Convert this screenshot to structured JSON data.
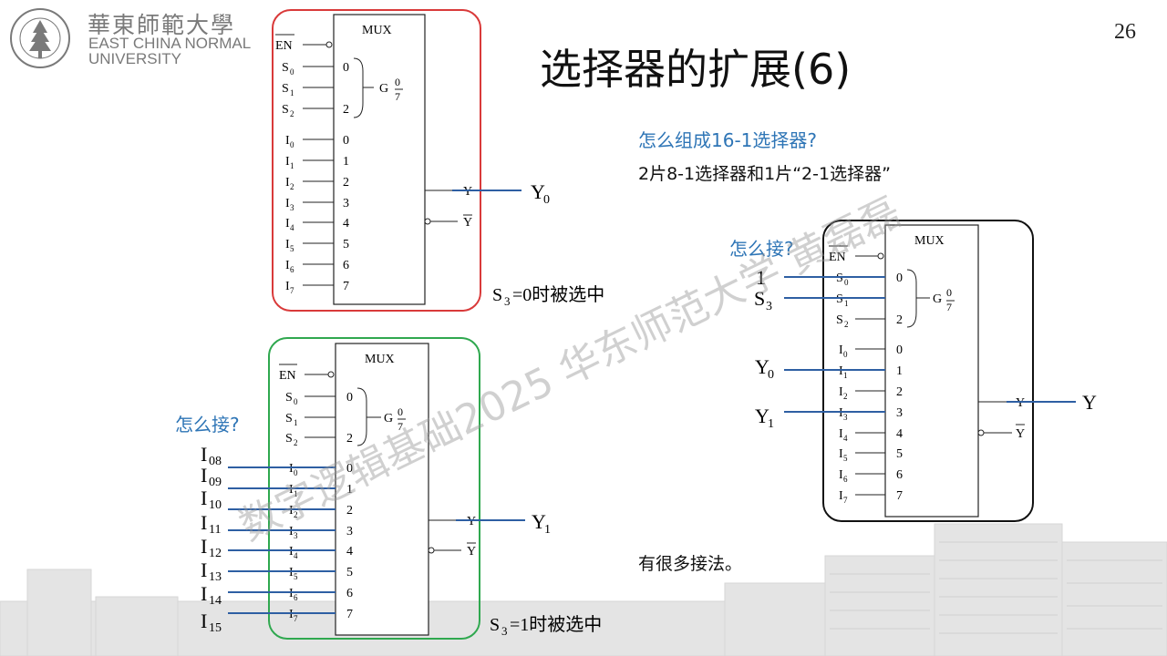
{
  "logo": {
    "cn": "華東師範大學",
    "en_line1": "EAST CHINA NORMAL",
    "en_line2": "UNIVERSITY",
    "seal_icon": "ecnu-seal-icon"
  },
  "page_number": "26",
  "title": "选择器的扩展(6)",
  "question_main": "怎么组成16-1选择器?",
  "answer_main": "2片8-1选择器和1片“2-1选择器”",
  "question_connect_left": "怎么接?",
  "question_connect_right": "怎么接?",
  "note_many": "有很多接法。",
  "watermark": "数字逻辑基础2025 华东师范大学 黄磊磊",
  "mux": {
    "label": "MUX",
    "en": "EN",
    "s": [
      "S",
      "S",
      "S"
    ],
    "s_sub": [
      "0",
      "1",
      "2"
    ],
    "i": [
      "I",
      "I",
      "I",
      "I",
      "I",
      "I",
      "I",
      "I"
    ],
    "i_sub": [
      "0",
      "1",
      "2",
      "3",
      "4",
      "5",
      "6",
      "7"
    ],
    "sel_pins": [
      "0",
      "2"
    ],
    "g": "G",
    "g_num": "0",
    "g_den": "7",
    "in_pins": [
      "0",
      "1",
      "2",
      "3",
      "4",
      "5",
      "6",
      "7"
    ],
    "y": "Y",
    "ybar": "Y"
  },
  "top_mux": {
    "out_main": "Y",
    "out_sub": "0",
    "cond_main": "S",
    "cond_sub": "3",
    "cond_rest": "=0时被选中"
  },
  "bottom_mux": {
    "out_main": "Y",
    "out_sub": "1",
    "cond_main": "S",
    "cond_sub": "3",
    "cond_rest": "=1时被选中",
    "inputs_main": [
      "I",
      "I",
      "I",
      "I",
      "I",
      "I",
      "I",
      "I"
    ],
    "inputs_sub": [
      "08",
      "09",
      "10",
      "11",
      "12",
      "13",
      "14",
      "15"
    ]
  },
  "right_mux": {
    "s0_in": "1",
    "s1_in_main": "S",
    "s1_in_sub": "3",
    "i1_in_main": "Y",
    "i1_in_sub": "0",
    "i3_in_main": "Y",
    "i3_in_sub": "1",
    "out": "Y"
  },
  "colors": {
    "red_frame": "#d93a3a",
    "green_frame": "#2fa84f",
    "black_frame": "#111111",
    "wire_blue": "#2e5fa3",
    "text_blue": "#2e75b6"
  }
}
